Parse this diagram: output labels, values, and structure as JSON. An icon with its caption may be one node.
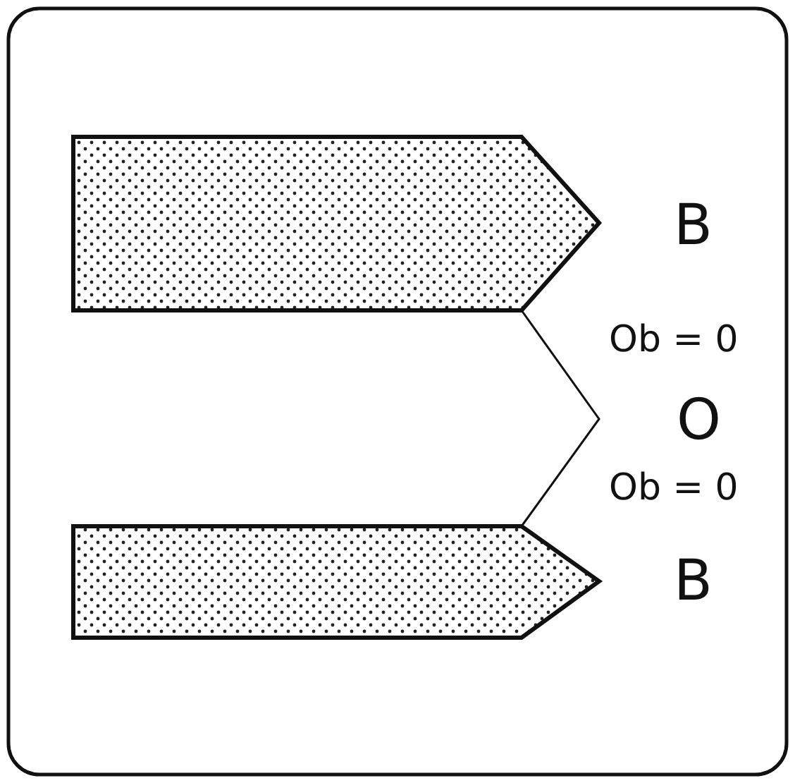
{
  "diagram": {
    "labels": [
      "B",
      "Ob = 0",
      "O",
      "Ob = 0",
      "B"
    ]
  }
}
